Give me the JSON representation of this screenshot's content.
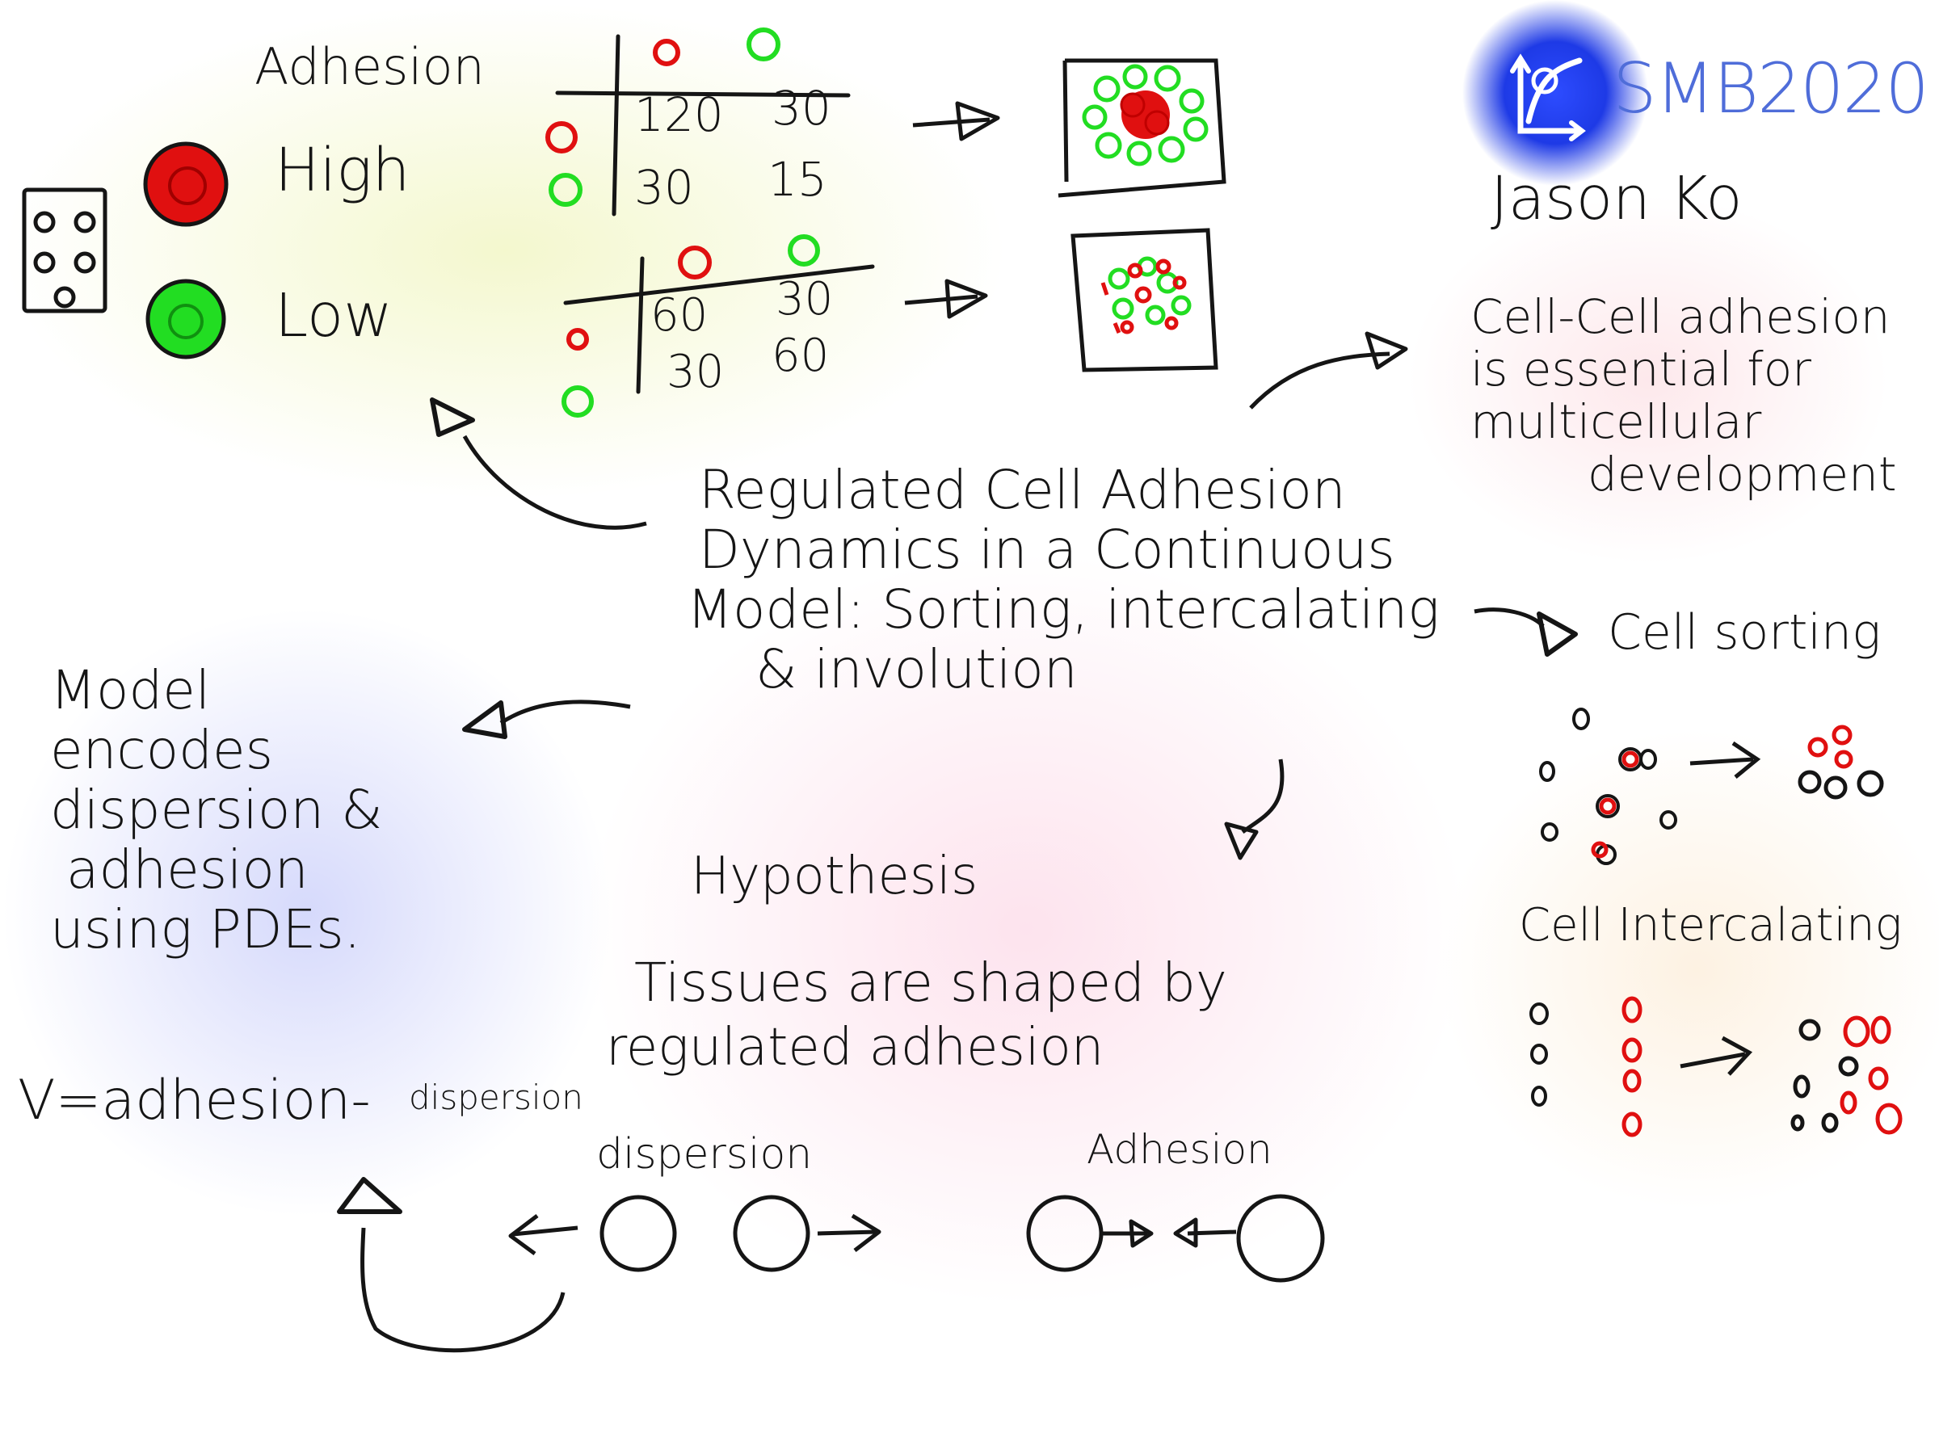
{
  "colors": {
    "ink": "#151515",
    "red_cell": "#e01010",
    "green_cell": "#22dd22",
    "brand_blue": "#4f6dd9",
    "logo_blue": "#1e3ae6"
  },
  "brand": {
    "conference": "SMB2020",
    "author": "Jason Ko",
    "logo_icon": "chart-axes-icon"
  },
  "legend": {
    "title": "Adhesion",
    "high": "High",
    "low": "Low"
  },
  "tables": [
    {
      "rows": [
        [
          "120",
          "30"
        ],
        [
          "30",
          "15"
        ]
      ]
    },
    {
      "rows": [
        [
          "60",
          "30"
        ],
        [
          "30",
          "60"
        ]
      ]
    }
  ],
  "title": {
    "lines": [
      "Regulated Cell Adhesion",
      "Dynamics in a Continuous",
      "Model: Sorting, intercalating",
      "& involution"
    ]
  },
  "claim": {
    "lines": [
      "Cell-Cell adhesion",
      "is essential for",
      "multicellular",
      "development"
    ]
  },
  "model": {
    "lines": [
      "Model",
      "encodes",
      "dispersion &",
      "adhesion",
      "using PDEs."
    ],
    "equation": {
      "left": "V=adhesion-",
      "right": "dispersion"
    }
  },
  "hypothesis": {
    "heading": "Hypothesis",
    "lines": [
      "Tissues are shaped by",
      "regulated adhesion"
    ],
    "dispersion_label": "dispersion",
    "adhesion_label": "Adhesion"
  },
  "behaviors": {
    "sorting": "Cell sorting",
    "intercalating": "Cell Intercalating"
  }
}
